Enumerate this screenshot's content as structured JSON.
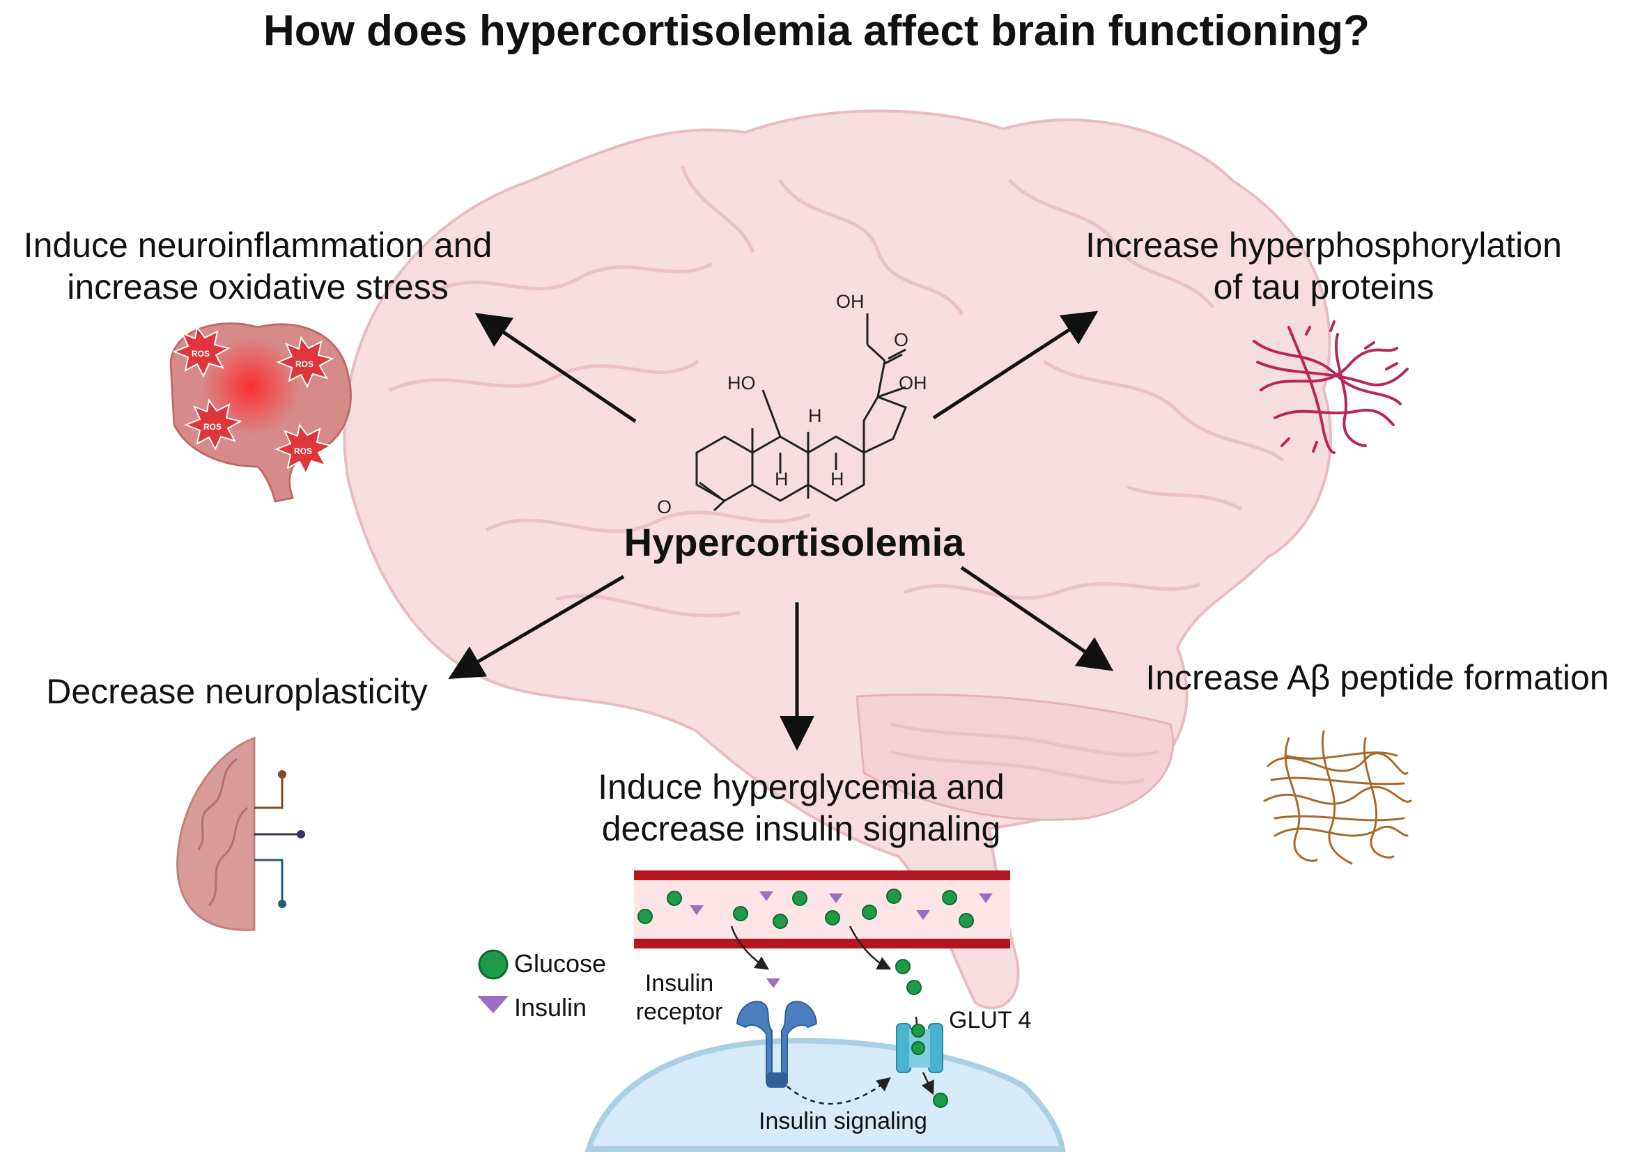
{
  "title": "How does hypercortisolemia affect brain functioning?",
  "center": {
    "label": "Hypercortisolemia",
    "molecule_labels": {
      "oh_top": "OH",
      "o_ketone": "O",
      "ho_left": "HO",
      "oh_right": "OH",
      "h1": "H",
      "h2": "H",
      "h3": "H",
      "o_bottom": "O"
    }
  },
  "effects": {
    "neuroinflammation": {
      "line1": "Induce neuroinflammation and",
      "line2": "increase oxidative stress"
    },
    "tau": {
      "line1": "Increase hyperphosphorylation",
      "line2": "of tau proteins"
    },
    "neuroplasticity": {
      "line1": "Decrease neuroplasticity"
    },
    "abeta": {
      "line1": "Increase Aβ peptide formation"
    },
    "hyperglycemia": {
      "line1": "Induce hyperglycemia and",
      "line2": "decrease insulin signaling"
    }
  },
  "ros_label": "ROS",
  "legend": {
    "glucose": "Glucose",
    "insulin": "Insulin"
  },
  "insulin_panel": {
    "receptor_line1": "Insulin",
    "receptor_line2": "receptor",
    "glut4": "GLUT 4",
    "signaling": "Insulin signaling"
  },
  "colors": {
    "brain_fill": "#f6dde0",
    "brain_stroke": "#e7bcc2",
    "ros_red": "#e0353b",
    "tau": "#b8265a",
    "abeta": "#a86a2a",
    "glucose": "#1f9a4a",
    "insulin": "#9b6fc0",
    "vessel": "#b3161e",
    "cell": "#d6ebf7"
  }
}
